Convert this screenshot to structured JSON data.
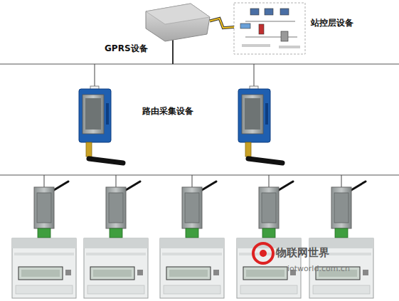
{
  "diagram": {
    "nodes": [
      {
        "text": [
          "GPRS设备"
        ]
      },
      {
        "text": [
          "站控层设备"
        ]
      }
    ],
    "edges": [
      {
        "from": 0,
        "to": 1,
        "arrow": "none"
      }
    ],
    "labels": [
      "路由采集设备",
      "物联网世界",
      "iotworld.com.cn"
    ]
  }
}
